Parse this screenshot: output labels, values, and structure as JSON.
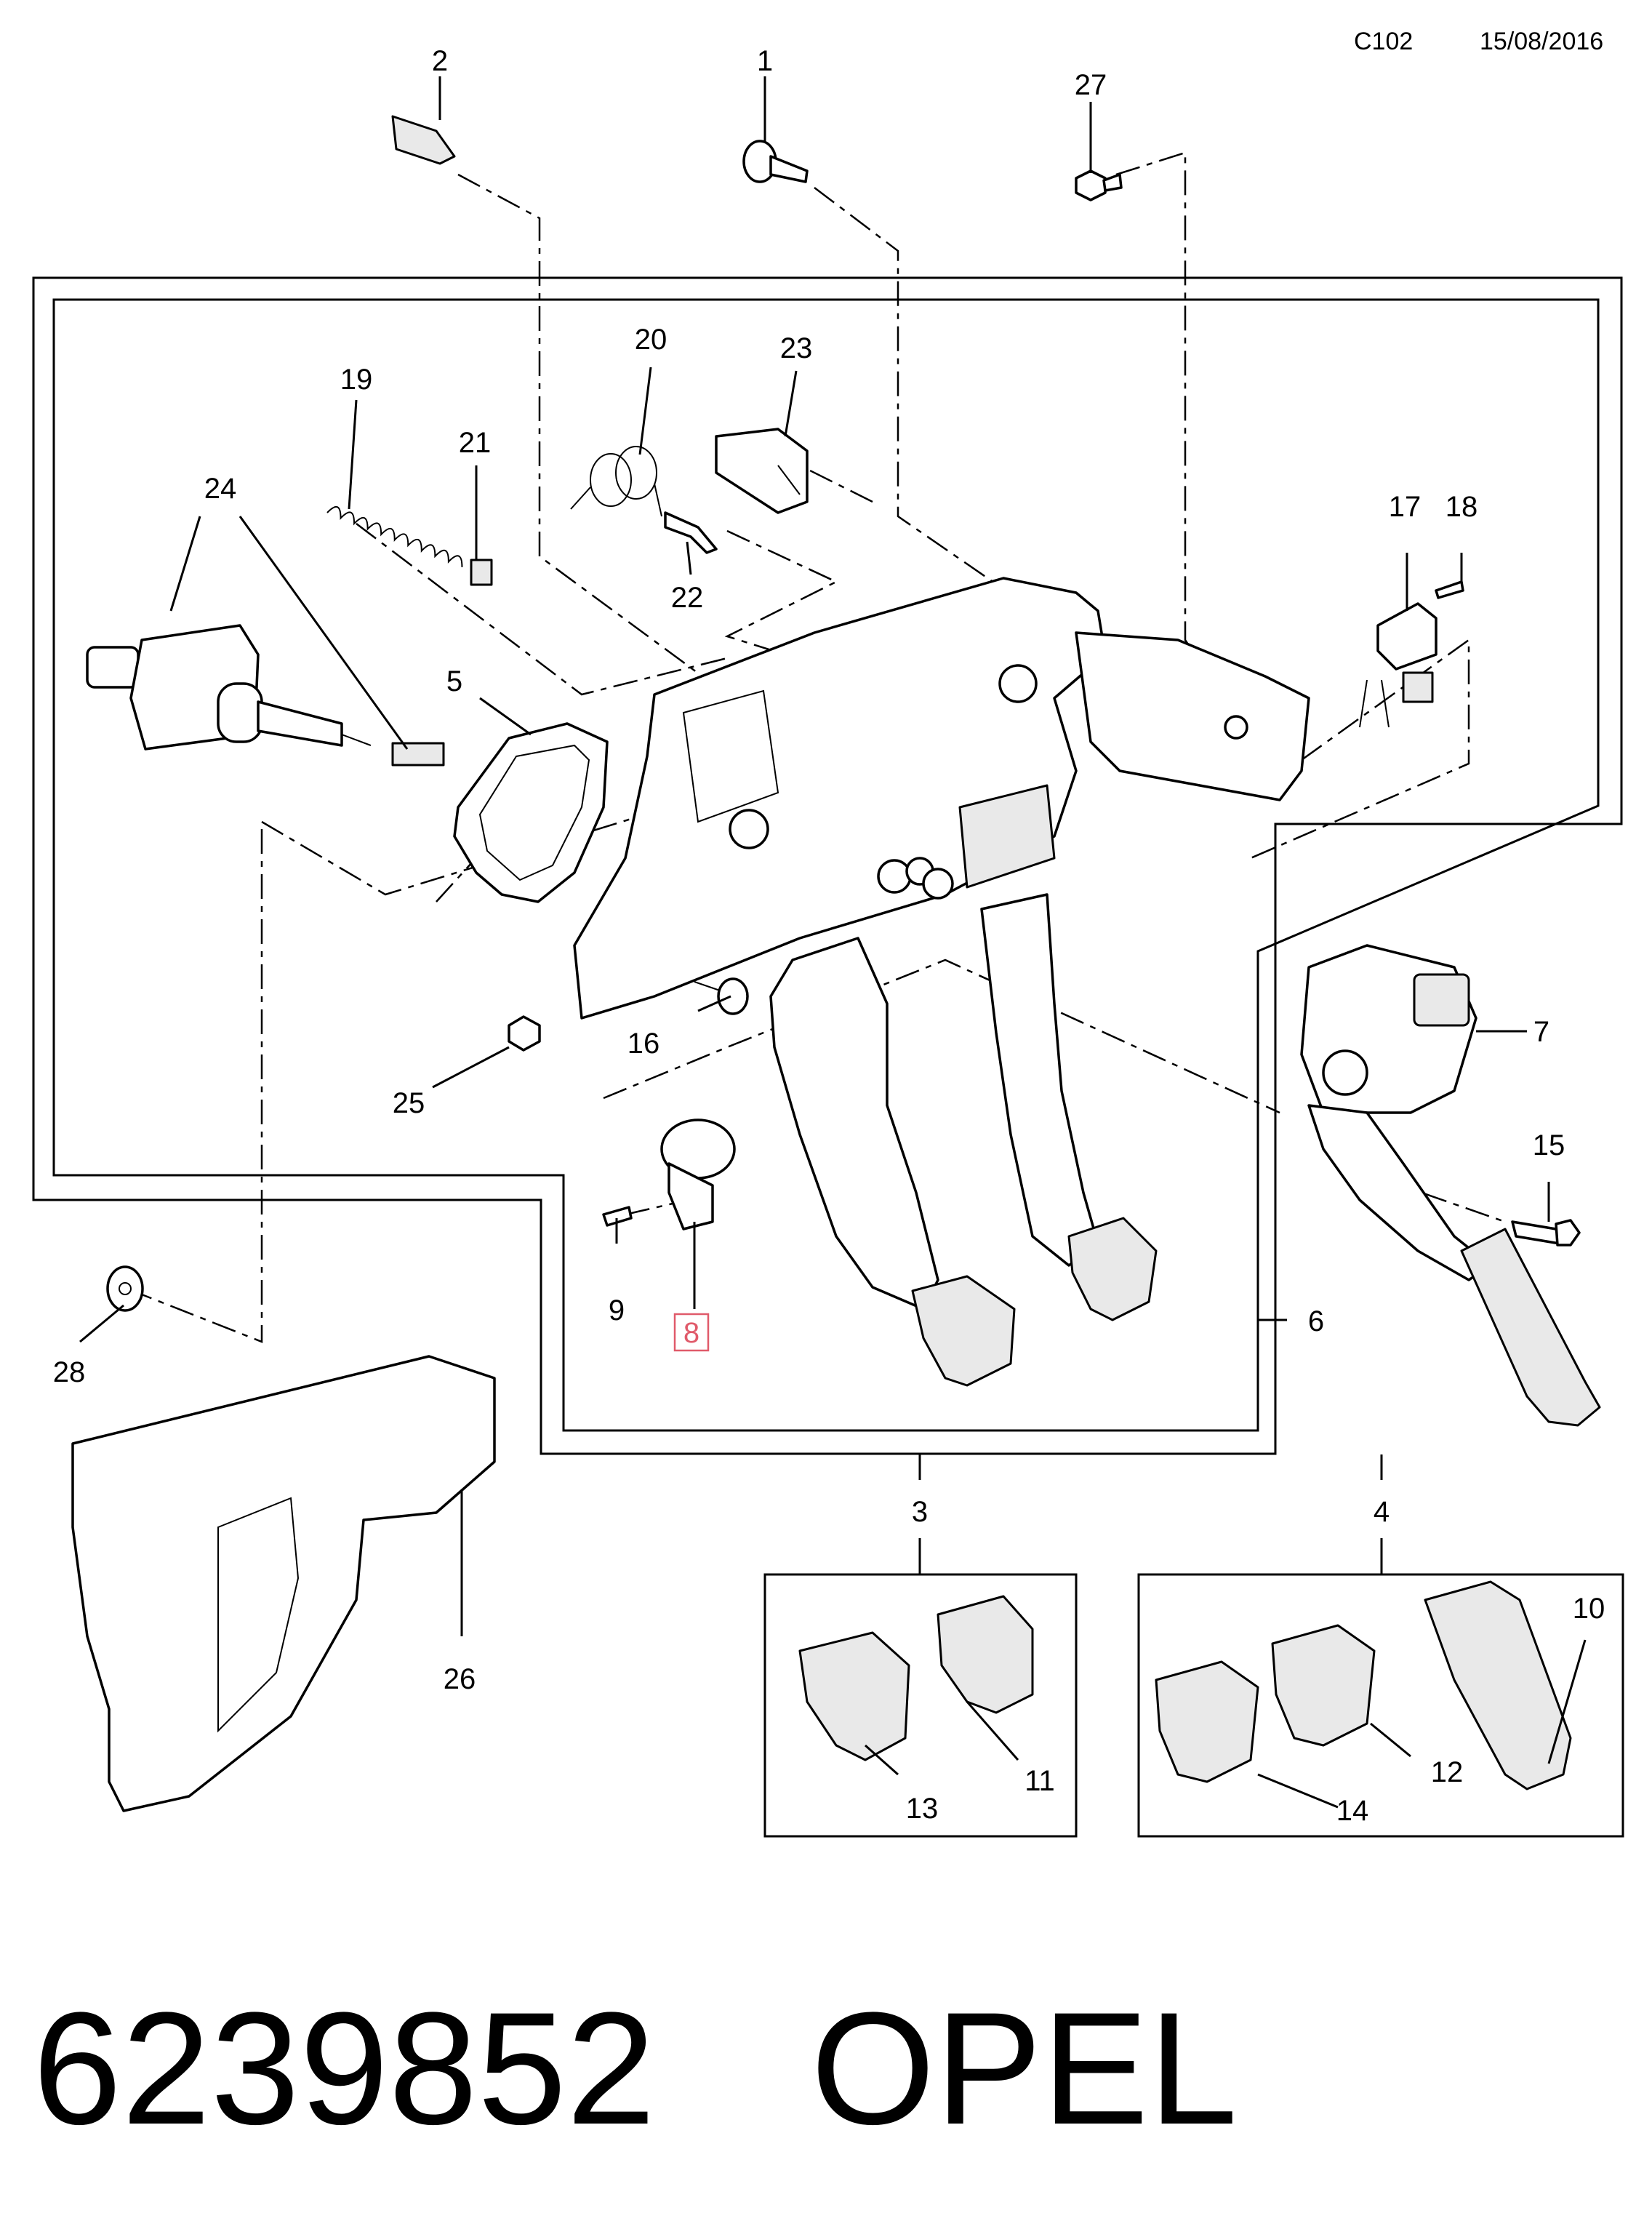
{
  "header": {
    "code": "C102",
    "date": "15/08/2016"
  },
  "footer": {
    "part_number": "6239852",
    "brand": "OPEL"
  },
  "labels": {
    "p1": "1",
    "p2": "2",
    "p3": "3",
    "p4": "4",
    "p5": "5",
    "p6": "6",
    "p7": "7",
    "p8": "8",
    "p9": "9",
    "p10": "10",
    "p11": "11",
    "p12": "12",
    "p13": "13",
    "p14": "14",
    "p15": "15",
    "p16": "16",
    "p17": "17",
    "p18": "18",
    "p19": "19",
    "p20": "20",
    "p21": "21",
    "p22": "22",
    "p23": "23",
    "p24": "24",
    "p25": "25",
    "p26": "26",
    "p27": "27",
    "p28": "28"
  },
  "highlight": {
    "label": "p8",
    "color": "#e05a6a"
  }
}
